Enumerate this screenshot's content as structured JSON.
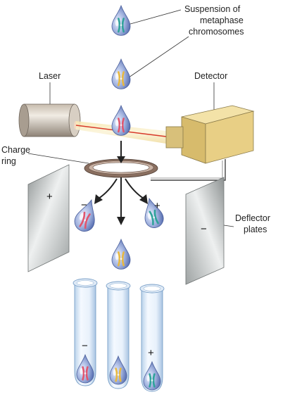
{
  "labels": {
    "suspension_line1": "Suspension of",
    "suspension_line2": "metaphase",
    "suspension_line3": "chromosomes",
    "laser": "Laser",
    "detector": "Detector",
    "charge_line1": "Charge",
    "charge_line2": "ring",
    "deflector_line1": "Deflector",
    "deflector_line2": "plates"
  },
  "signs": {
    "left_plate": "+",
    "right_plate": "−",
    "left_drop": "−",
    "right_drop": "+",
    "left_tube": "−",
    "right_tube": "+"
  },
  "colors": {
    "drop": "#6f88c4",
    "chromosome_pink": "#e0566e",
    "chromosome_yellow": "#e8b840",
    "chromosome_teal": "#2fa39a",
    "laser_beam": "#d83a2a",
    "detector_box": "#e3c678",
    "plate": "#b9bdbd"
  }
}
